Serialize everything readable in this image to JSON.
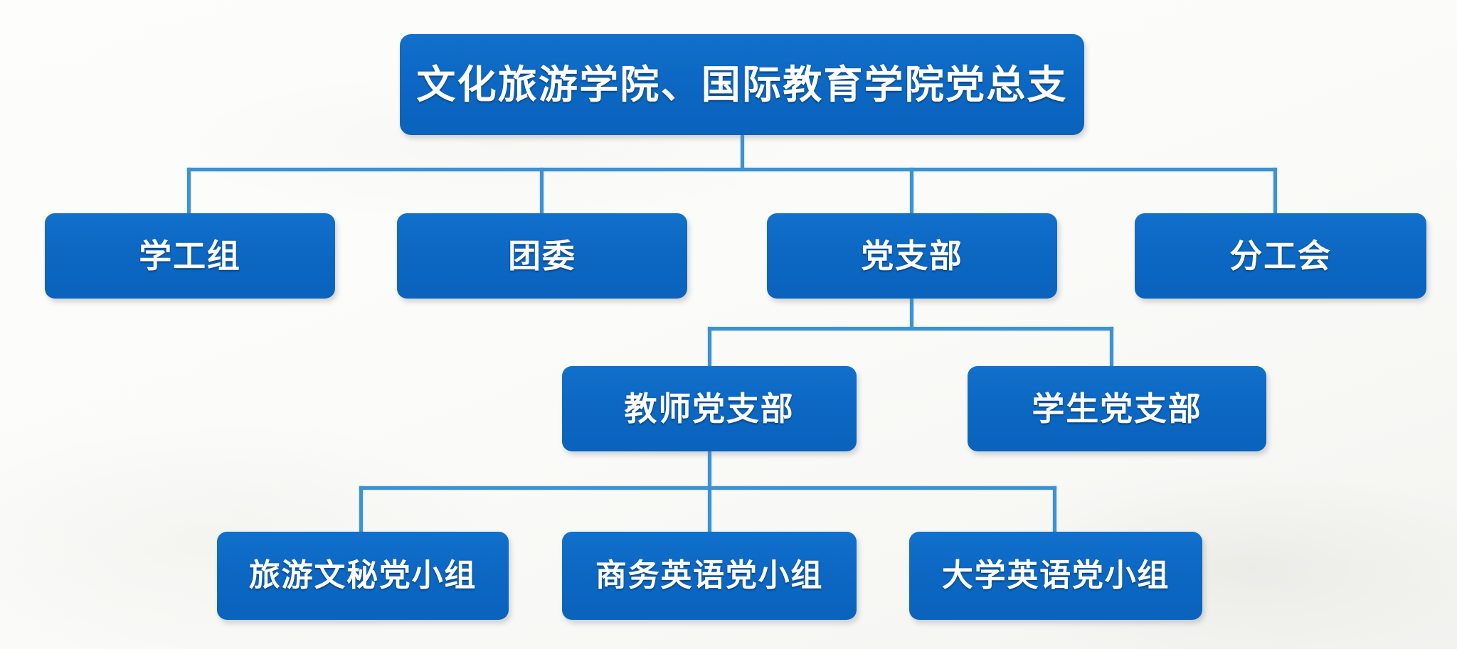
{
  "chart_data": {
    "type": "diagram",
    "diagram_type": "organization-chart",
    "title": "",
    "orientation": "top-down",
    "levels": 4,
    "node_count": 10,
    "nodes": [
      {
        "id": "root",
        "label": "文化旅游学院、国际教育学院党总支",
        "level": 1,
        "parent": null
      },
      {
        "id": "xuegong",
        "label": "学工组",
        "level": 2,
        "parent": "root"
      },
      {
        "id": "tuanwei",
        "label": "团委",
        "level": 2,
        "parent": "root"
      },
      {
        "id": "dangzhibu",
        "label": "党支部",
        "level": 2,
        "parent": "root"
      },
      {
        "id": "fengonghui",
        "label": "分工会",
        "level": 2,
        "parent": "root"
      },
      {
        "id": "jiaoshi",
        "label": "教师党支部",
        "level": 3,
        "parent": "dangzhibu"
      },
      {
        "id": "xuesheng",
        "label": "学生党支部",
        "level": 3,
        "parent": "dangzhibu"
      },
      {
        "id": "lvyou",
        "label": "旅游文秘党小组",
        "level": 4,
        "parent": "jiaoshi"
      },
      {
        "id": "shangwu",
        "label": "商务英语党小组",
        "level": 4,
        "parent": "jiaoshi"
      },
      {
        "id": "daxue",
        "label": "大学英语党小组",
        "level": 4,
        "parent": "jiaoshi"
      }
    ],
    "edges": [
      {
        "from": "root",
        "to": "xuegong"
      },
      {
        "from": "root",
        "to": "tuanwei"
      },
      {
        "from": "root",
        "to": "dangzhibu"
      },
      {
        "from": "root",
        "to": "fengonghui"
      },
      {
        "from": "dangzhibu",
        "to": "jiaoshi"
      },
      {
        "from": "dangzhibu",
        "to": "xuesheng"
      },
      {
        "from": "jiaoshi",
        "to": "lvyou"
      },
      {
        "from": "jiaoshi",
        "to": "shangwu"
      },
      {
        "from": "jiaoshi",
        "to": "daxue"
      }
    ]
  },
  "chart": {
    "root": {
      "label": "文化旅游学院、国际教育学院党总支"
    },
    "level2": [
      {
        "label": "学工组"
      },
      {
        "label": "团委"
      },
      {
        "label": "党支部"
      },
      {
        "label": "分工会"
      }
    ],
    "level3": [
      {
        "label": "教师党支部"
      },
      {
        "label": "学生党支部"
      }
    ],
    "level4": [
      {
        "label": "旅游文秘党小组"
      },
      {
        "label": "商务英语党小组"
      },
      {
        "label": "大学英语党小组"
      }
    ]
  },
  "colors": {
    "node_fill": "#0c68c3",
    "node_fill_top": "#1170cb",
    "node_text": "#ffffff",
    "connector": "#3d92d1",
    "background": "#fbfbf9"
  }
}
